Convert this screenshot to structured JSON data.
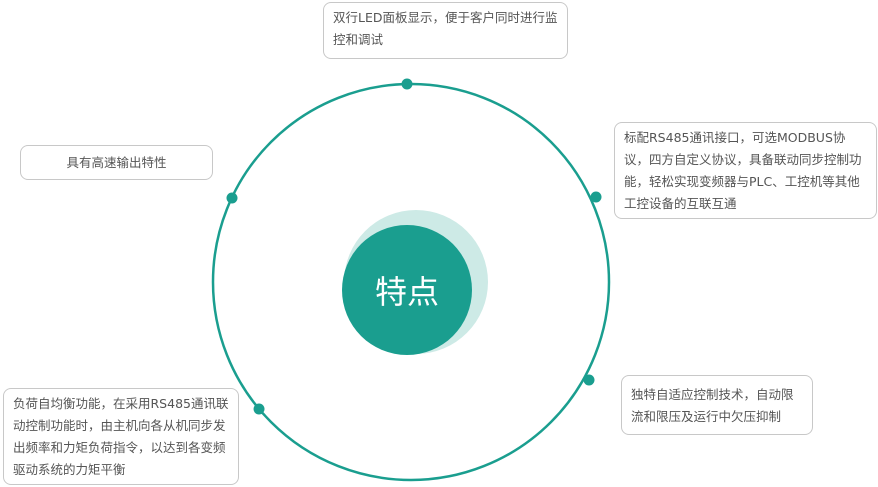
{
  "center_label": "特点",
  "colors": {
    "accent": "#1a9e8f",
    "light": "#cdeae6"
  },
  "features": [
    {
      "text": "双行LED面板显示，便于客户同时进行监控和调试"
    },
    {
      "text": "标配RS485通讯接口，可选MODBUS协议，四方自定义协议，具备联动同步控制功能，轻松实现变频器与PLC、工控机等其他工控设备的互联互通"
    },
    {
      "text": "独特自适应控制技术，自动限流和限压及运行中欠压抑制"
    },
    {
      "text": "负荷自均衡功能，在采用RS485通讯联动控制功能时，由主机向各从机同步发出频率和力矩负荷指令，以达到各变频驱动系统的力矩平衡"
    },
    {
      "text": "具有高速输出特性"
    }
  ]
}
